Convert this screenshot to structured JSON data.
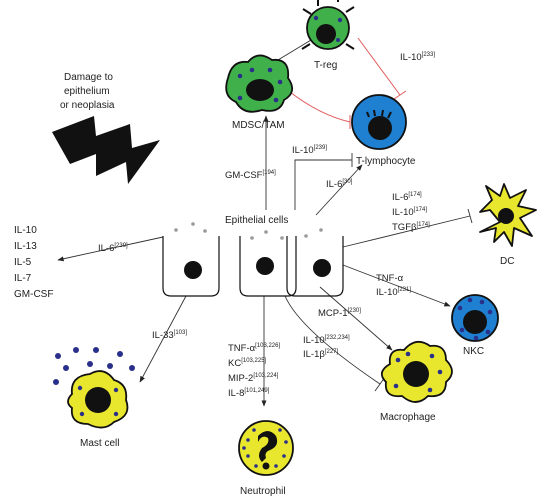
{
  "colors": {
    "green_cell": "#3fb04a",
    "blue_cell": "#1f7fd0",
    "yellow_cell": "#e9e62e",
    "nucleus": "#111111",
    "granule": "#2a2f8a",
    "inhibit_red": "#e05a5a",
    "epithelial_fill": "#ffffff"
  },
  "cells": {
    "treg": "T-reg",
    "mdsc": "MDSC/TAM",
    "tlymph": "T-lymphocyte",
    "dc": "DC",
    "nkc": "NKC",
    "macro": "Macrophage",
    "mast": "Mast cell",
    "neutro": "Neutrophil",
    "epi": "Epithelial cells"
  },
  "damage": [
    "Damage to",
    "epithelium",
    "or neoplasia"
  ],
  "outputs": [
    "IL-10",
    "IL-13",
    "IL-5",
    "IL-7",
    "GM-CSF"
  ],
  "labels": {
    "gmcsf": {
      "text": "GM-CSF",
      "ref": "[194]"
    },
    "il10_treg": {
      "text": "IL-10",
      "ref": "[233]"
    },
    "il10_t": {
      "text": "IL-10",
      "ref": "[239]"
    },
    "il6_t": {
      "text": "IL-6",
      "ref": "[30]"
    },
    "il6_dc": {
      "text": "IL-6",
      "ref": "[174]"
    },
    "il10_dc": {
      "text": "IL-10",
      "ref": "[174]"
    },
    "tgfb_dc": {
      "text": "TGFβ",
      "ref": "[174]"
    },
    "tnfa_nkc": {
      "text": "TNF-α",
      "ref": ""
    },
    "il10_nkc": {
      "text": "IL-10",
      "ref": "[231]"
    },
    "mcp1": {
      "text": "MCP-1",
      "ref": "[230]"
    },
    "il10_mac": {
      "text": "IL-10",
      "ref": "[232,234]"
    },
    "il1b_mac": {
      "text": "IL-1β",
      "ref": "[227]"
    },
    "il6_left": {
      "text": "IL-6",
      "ref": "[239]"
    },
    "il33": {
      "text": "IL-33",
      "ref": "[103]"
    },
    "tnfa_neu": {
      "text": "TNF-α",
      "ref": "[103,226]"
    },
    "kc_neu": {
      "text": "KC",
      "ref": "[103,225]"
    },
    "mip2_neu": {
      "text": "MIP-2",
      "ref": "[103,224]"
    },
    "il8_neu": {
      "text": "IL-8",
      "ref": "[101,249]"
    }
  }
}
